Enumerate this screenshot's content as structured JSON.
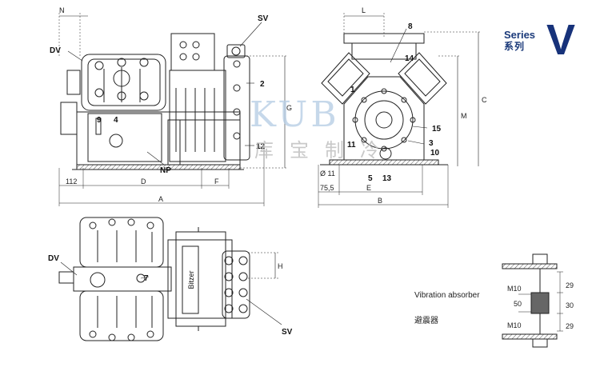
{
  "series": {
    "label": "Series",
    "cn": "系列",
    "letter": "V"
  },
  "watermark": {
    "latin": "KUB",
    "cn": "库宝制冷"
  },
  "side_view": {
    "callouts": {
      "dv": "DV",
      "sv": "SV",
      "np": "NP",
      "n9": "9",
      "n4": "4",
      "n2": "2",
      "n12": "12"
    },
    "dims": {
      "n": "N",
      "g": "G",
      "d112": "112",
      "d": "D",
      "f": "F",
      "a": "A"
    }
  },
  "end_view": {
    "callouts": {
      "n8": "8",
      "n14": "14",
      "n1": "1",
      "n15": "15",
      "n11": "11",
      "n3": "3",
      "n10": "10",
      "n5": "5",
      "n13": "13"
    },
    "dims": {
      "l": "L",
      "m": "M",
      "c": "C",
      "d11": "Ø 11",
      "d755": "75,5",
      "e": "E",
      "b": "B"
    }
  },
  "top_view": {
    "callouts": {
      "dv": "DV",
      "n7": "7",
      "sv": "SV"
    },
    "dims": {
      "h": "H"
    },
    "plate_text": "Bitzer"
  },
  "vibration_absorber": {
    "title": "Vibration absorber",
    "cn": "避震器",
    "dims": {
      "m10_top": "M10",
      "m10_bot": "M10",
      "d50": "50",
      "d29a": "29",
      "d30": "30",
      "d29b": "29"
    }
  }
}
